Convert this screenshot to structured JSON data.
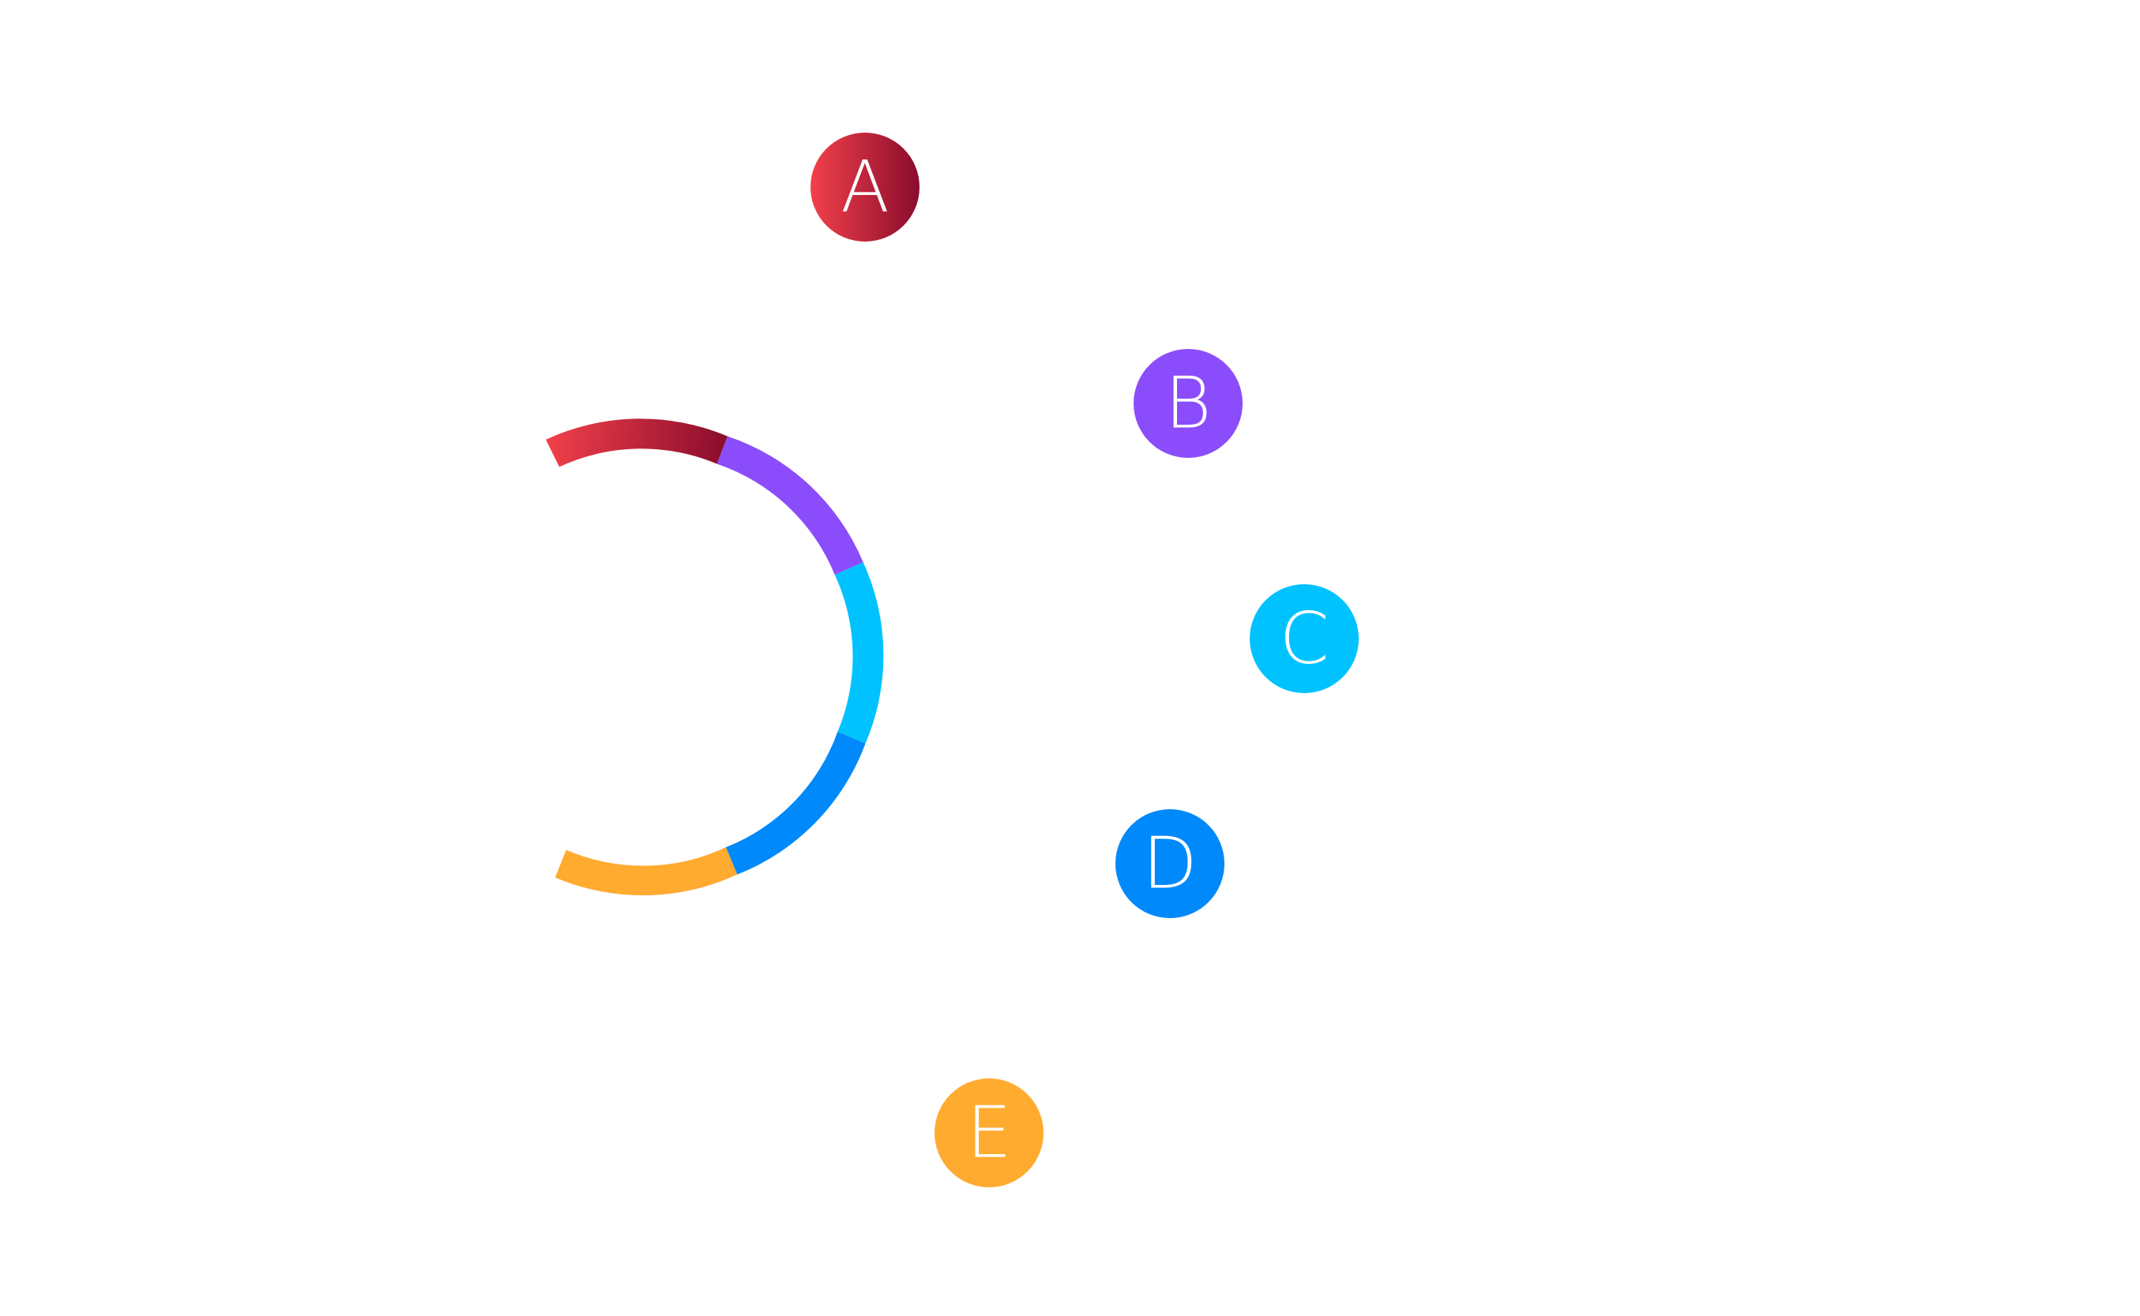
{
  "diagram": {
    "segments": [
      {
        "id": "A",
        "color": "#b81c3a",
        "gradient": [
          "#f2404b",
          "#8a0c2c"
        ]
      },
      {
        "id": "B",
        "color": "#8b4cfb"
      },
      {
        "id": "C",
        "color": "#00c2ff"
      },
      {
        "id": "D",
        "color": "#0089fa"
      },
      {
        "id": "E",
        "color": "#ffab30"
      }
    ],
    "nodes": [
      {
        "label": "A",
        "color": "#b81c3a",
        "gradient": [
          "#f2404b",
          "#8a0c2c"
        ]
      },
      {
        "label": "B",
        "color": "#8b4cfb"
      },
      {
        "label": "C",
        "color": "#00c2ff"
      },
      {
        "label": "D",
        "color": "#0089fa"
      },
      {
        "label": "E",
        "color": "#ffab30"
      }
    ]
  }
}
